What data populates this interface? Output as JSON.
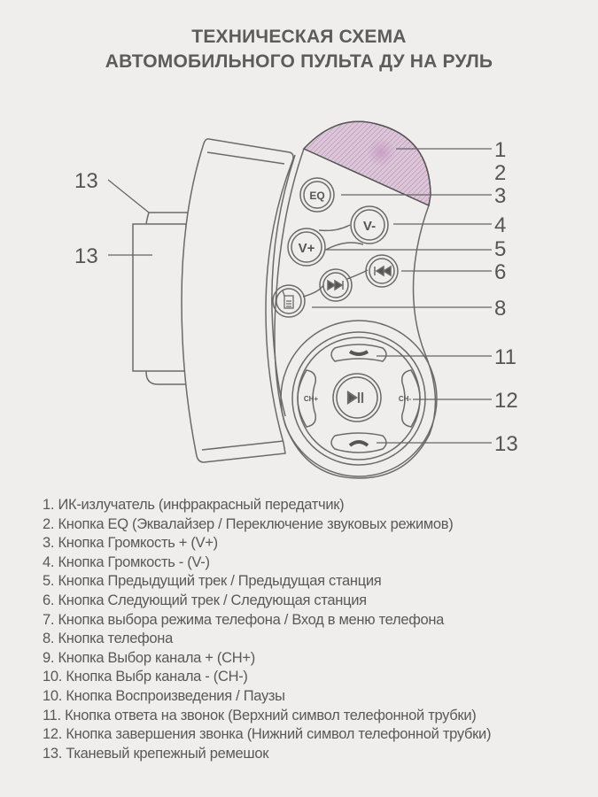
{
  "title": {
    "line1": "ТЕХНИЧЕСКАЯ СХЕМА",
    "line2": "АВТОМОБИЛЬНОГО ПУЛЬТА ДУ НА РУЛЬ"
  },
  "colors": {
    "background": "#efeeec",
    "ir_emitter": "#d9bcd6",
    "line": "#6a6a6a",
    "text": "#5a5a5a"
  },
  "buttons": {
    "eq": "EQ",
    "vol_minus": "V-",
    "vol_plus": "V+",
    "ch_plus": "CH+",
    "ch_minus": "CH-"
  },
  "icons": [
    "prev-track-icon",
    "next-track-icon",
    "phone-mode-icon",
    "play-pause-icon",
    "answer-call-icon",
    "end-call-icon"
  ],
  "callouts": {
    "c1": "1",
    "c2": "2",
    "c3": "3",
    "c4": "4",
    "c5": "5",
    "c6": "6",
    "c8": "8",
    "c11": "11",
    "c12": "12",
    "c13": "13",
    "strap_top": "13",
    "strap_side": "13"
  },
  "legend": [
    "1. ИК-излучатель (инфракрасный передатчик)",
    "2. Кнопка EQ (Эквалайзер / Переключение звуковых режимов)",
    "3. Кнопка Громкость + (V+)",
    "4. Кнопка Громкость - (V-)",
    "5. Кнопка Предыдущий трек / Предыдущая станция",
    "6. Кнопка Следующий трек / Следующая станция",
    "7. Кнопка выбора режима телефона / Вход в меню телефона",
    "8. Кнопка телефона",
    "9. Кнопка Выбор канала + (CH+)",
    "10. Кнопка Выбр канала - (CH-)",
    "10. Кнопка Воспроизведения / Паузы",
    "11. Кнопка ответа на звонок (Верхний символ телефонной трубки)",
    "12. Кнопка завершения звонка (Нижний символ телефонной трубки)",
    "13. Тканевый крепежный ремешок"
  ]
}
